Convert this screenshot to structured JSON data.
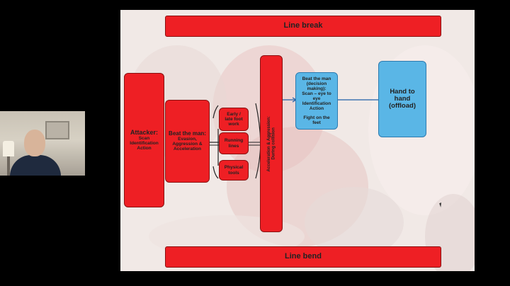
{
  "webcam": {
    "participant": "presenter"
  },
  "slide": {
    "banners": {
      "top": "Line break",
      "bottom": "Line bend"
    },
    "attacker": {
      "title": "Attacker:",
      "detail": "Scan\nIdentification\nAction"
    },
    "beat_the_man": {
      "title": "Beat the man:",
      "detail": "Evasion,\nAggression &\nAcceleration"
    },
    "skills": [
      "Early /\nlate foot\nwork",
      "Running\nlines",
      "Physical\ntools"
    ],
    "collision": "Acceleration & Aggression:\nDuring collision",
    "decision": {
      "title": "Beat the man\n(decision\nmaking):",
      "scan": "Scan – eye to\neye",
      "steps": "Identification\nAction",
      "fight": "Fight on the\nfeet"
    },
    "offload": "Hand to\nhand\n(offload)",
    "colors": {
      "red": "#ee1f24",
      "blue": "#5ab6e6",
      "line": "#1f5fa8"
    }
  }
}
